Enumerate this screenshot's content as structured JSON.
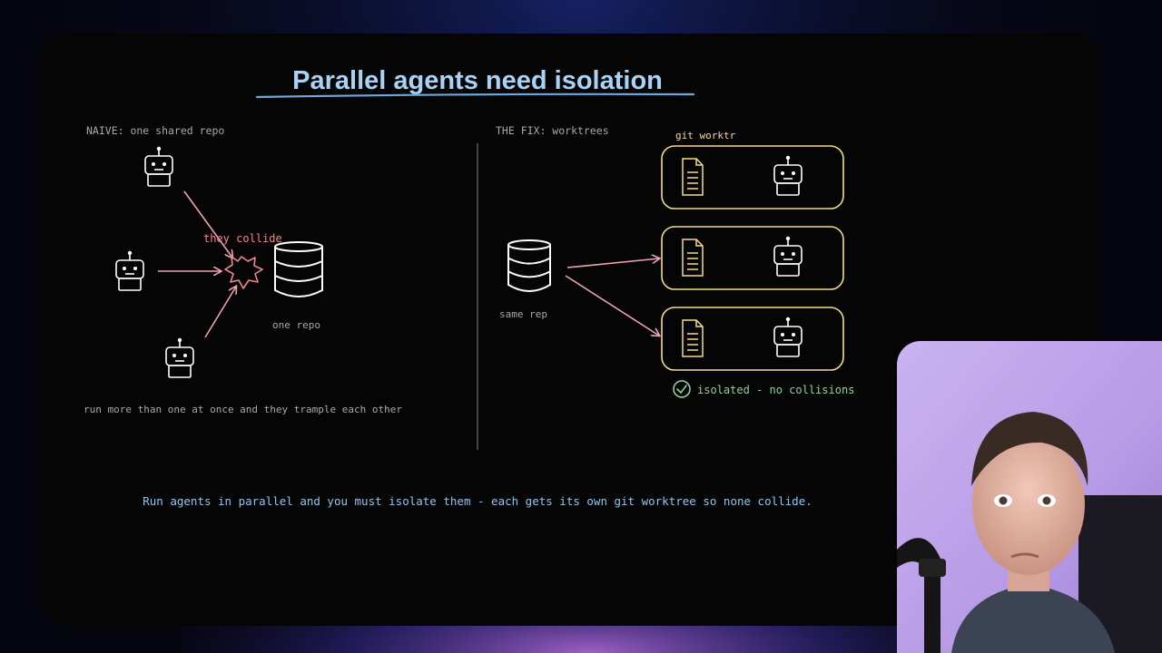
{
  "slide": {
    "title": "Parallel agents need isolation",
    "caption": "Run agents in parallel and you must isolate them - each gets its own git worktree so none collide."
  },
  "naive": {
    "heading": "NAIVE: one shared repo",
    "collide_label": "they collide",
    "repo_label": "one repo",
    "note": "run more than one at once and they trample each other",
    "agent_count": 3
  },
  "fix": {
    "heading": "THE FIX: worktrees",
    "worktree_label": "git worktr",
    "repo_label": "same rep",
    "status": "isolated - no collisions",
    "worktree_count": 3
  },
  "colors": {
    "title": "#a9d3f5",
    "underline": "#6ea8dc",
    "caption": "#8ec5f2",
    "label": "#a9a9a9",
    "collide": "#f0878a",
    "arrow": "#f2a3ad",
    "worktree": "#f3dc8a",
    "success": "#8fd39a",
    "divider": "#5a5a5a"
  },
  "icons": [
    "robot-icon",
    "database-icon",
    "document-icon",
    "collision-burst-icon",
    "check-circle-icon"
  ]
}
